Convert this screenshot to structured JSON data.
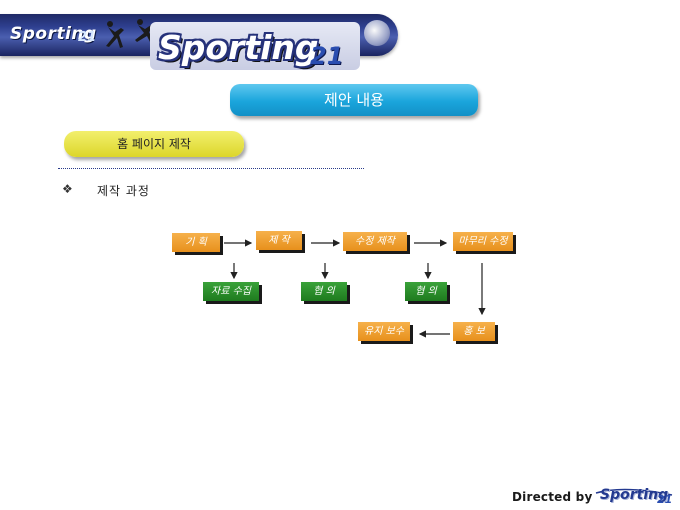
{
  "header": {
    "logo_small": "Sporting",
    "logo_small_suffix": "21",
    "logo_big": "Sporting",
    "logo_big_suffix": "21"
  },
  "page": {
    "title": "제안 내용",
    "subtitle": "홈 페이지 제작",
    "bullet_symbol": "❖",
    "section_heading": "제작 과정"
  },
  "process": {
    "plan": "기 획",
    "produce": "제 작",
    "revise": "수정 제작",
    "final_revise": "마무리 수정",
    "collect": "자료 수집",
    "consult1": "협 의",
    "consult2": "협 의",
    "promote": "홍 보",
    "maintain": "유지 보수"
  },
  "footer": {
    "directed_by": "Directed by",
    "logo": "Sporting",
    "logo_suffix": "21"
  },
  "colors": {
    "title_pill": "#1aa5dc",
    "subtitle_pill": "#dcd62a",
    "orange_box": "#e7901c",
    "green_box": "#1e7b1e"
  }
}
